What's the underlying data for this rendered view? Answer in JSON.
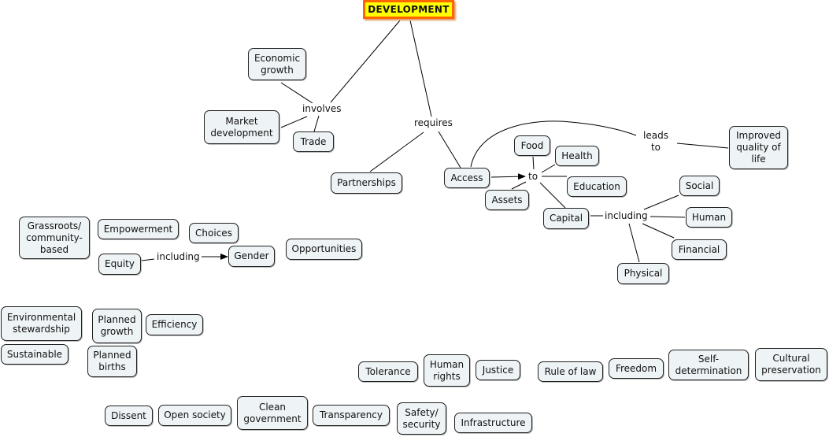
{
  "root": {
    "label": "DEVELOPMENT",
    "fill": "#ffff00",
    "border": "#ff6600"
  },
  "node_fill": "#eef3f6",
  "links": {
    "involves": "involves",
    "requires": "requires",
    "to": "to",
    "leads_to": "leads\nto",
    "including_capital": "including",
    "including_equity": "including"
  },
  "nodes": {
    "economic_growth": "Economic\ngrowth",
    "market_development": "Market\ndevelopment",
    "trade": "Trade",
    "partnerships": "Partnerships",
    "access": "Access",
    "food": "Food",
    "health": "Health",
    "education": "Education",
    "assets": "Assets",
    "capital": "Capital",
    "improved_quality": "Improved\nquality of\nlife",
    "social": "Social",
    "human": "Human",
    "financial": "Financial",
    "physical": "Physical",
    "grassroots": "Grassroots/\ncommunity-\nbased",
    "empowerment": "Empowerment",
    "choices": "Choices",
    "equity": "Equity",
    "gender": "Gender",
    "opportunities": "Opportunities",
    "environmental_stewardship": "Environmental\nstewardship",
    "sustainable": "Sustainable",
    "planned_growth": "Planned\ngrowth",
    "efficiency": "Efficiency",
    "planned_births": "Planned\nbirths",
    "tolerance": "Tolerance",
    "human_rights": "Human\nrights",
    "justice": "Justice",
    "rule_of_law": "Rule of law",
    "freedom": "Freedom",
    "self_determination": "Self-\ndetermination",
    "cultural_preservation": "Cultural\npreservation",
    "dissent": "Dissent",
    "open_society": "Open society",
    "clean_government": "Clean\ngovernment",
    "transparency": "Transparency",
    "safety_security": "Safety/\nsecurity",
    "infrastructure": "Infrastructure"
  }
}
